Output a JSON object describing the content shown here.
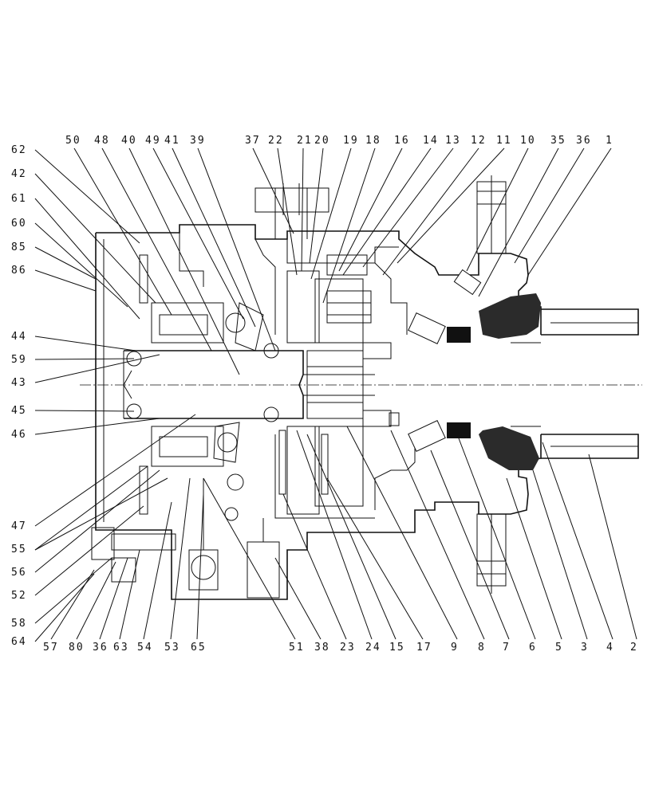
{
  "top_labels": [
    "50",
    "48",
    "40",
    "49",
    "41",
    "39",
    "37",
    "22",
    "21",
    "20",
    "19",
    "18",
    "16",
    "14",
    "13",
    "12",
    "11",
    "10",
    "35",
    "36",
    "1"
  ],
  "left_labels": [
    "62",
    "42",
    "61",
    "60",
    "85",
    "86",
    "44",
    "59",
    "43",
    "45",
    "46"
  ],
  "left_lower_labels": [
    "47",
    "55",
    "56",
    "52",
    "58",
    "64"
  ],
  "bottom_labels": [
    "57",
    "80",
    "36",
    "63",
    "54",
    "53",
    "65",
    "51",
    "38",
    "23",
    "24",
    "15",
    "17",
    "9",
    "8",
    "7",
    "6",
    "5",
    "3",
    "4",
    "2"
  ]
}
